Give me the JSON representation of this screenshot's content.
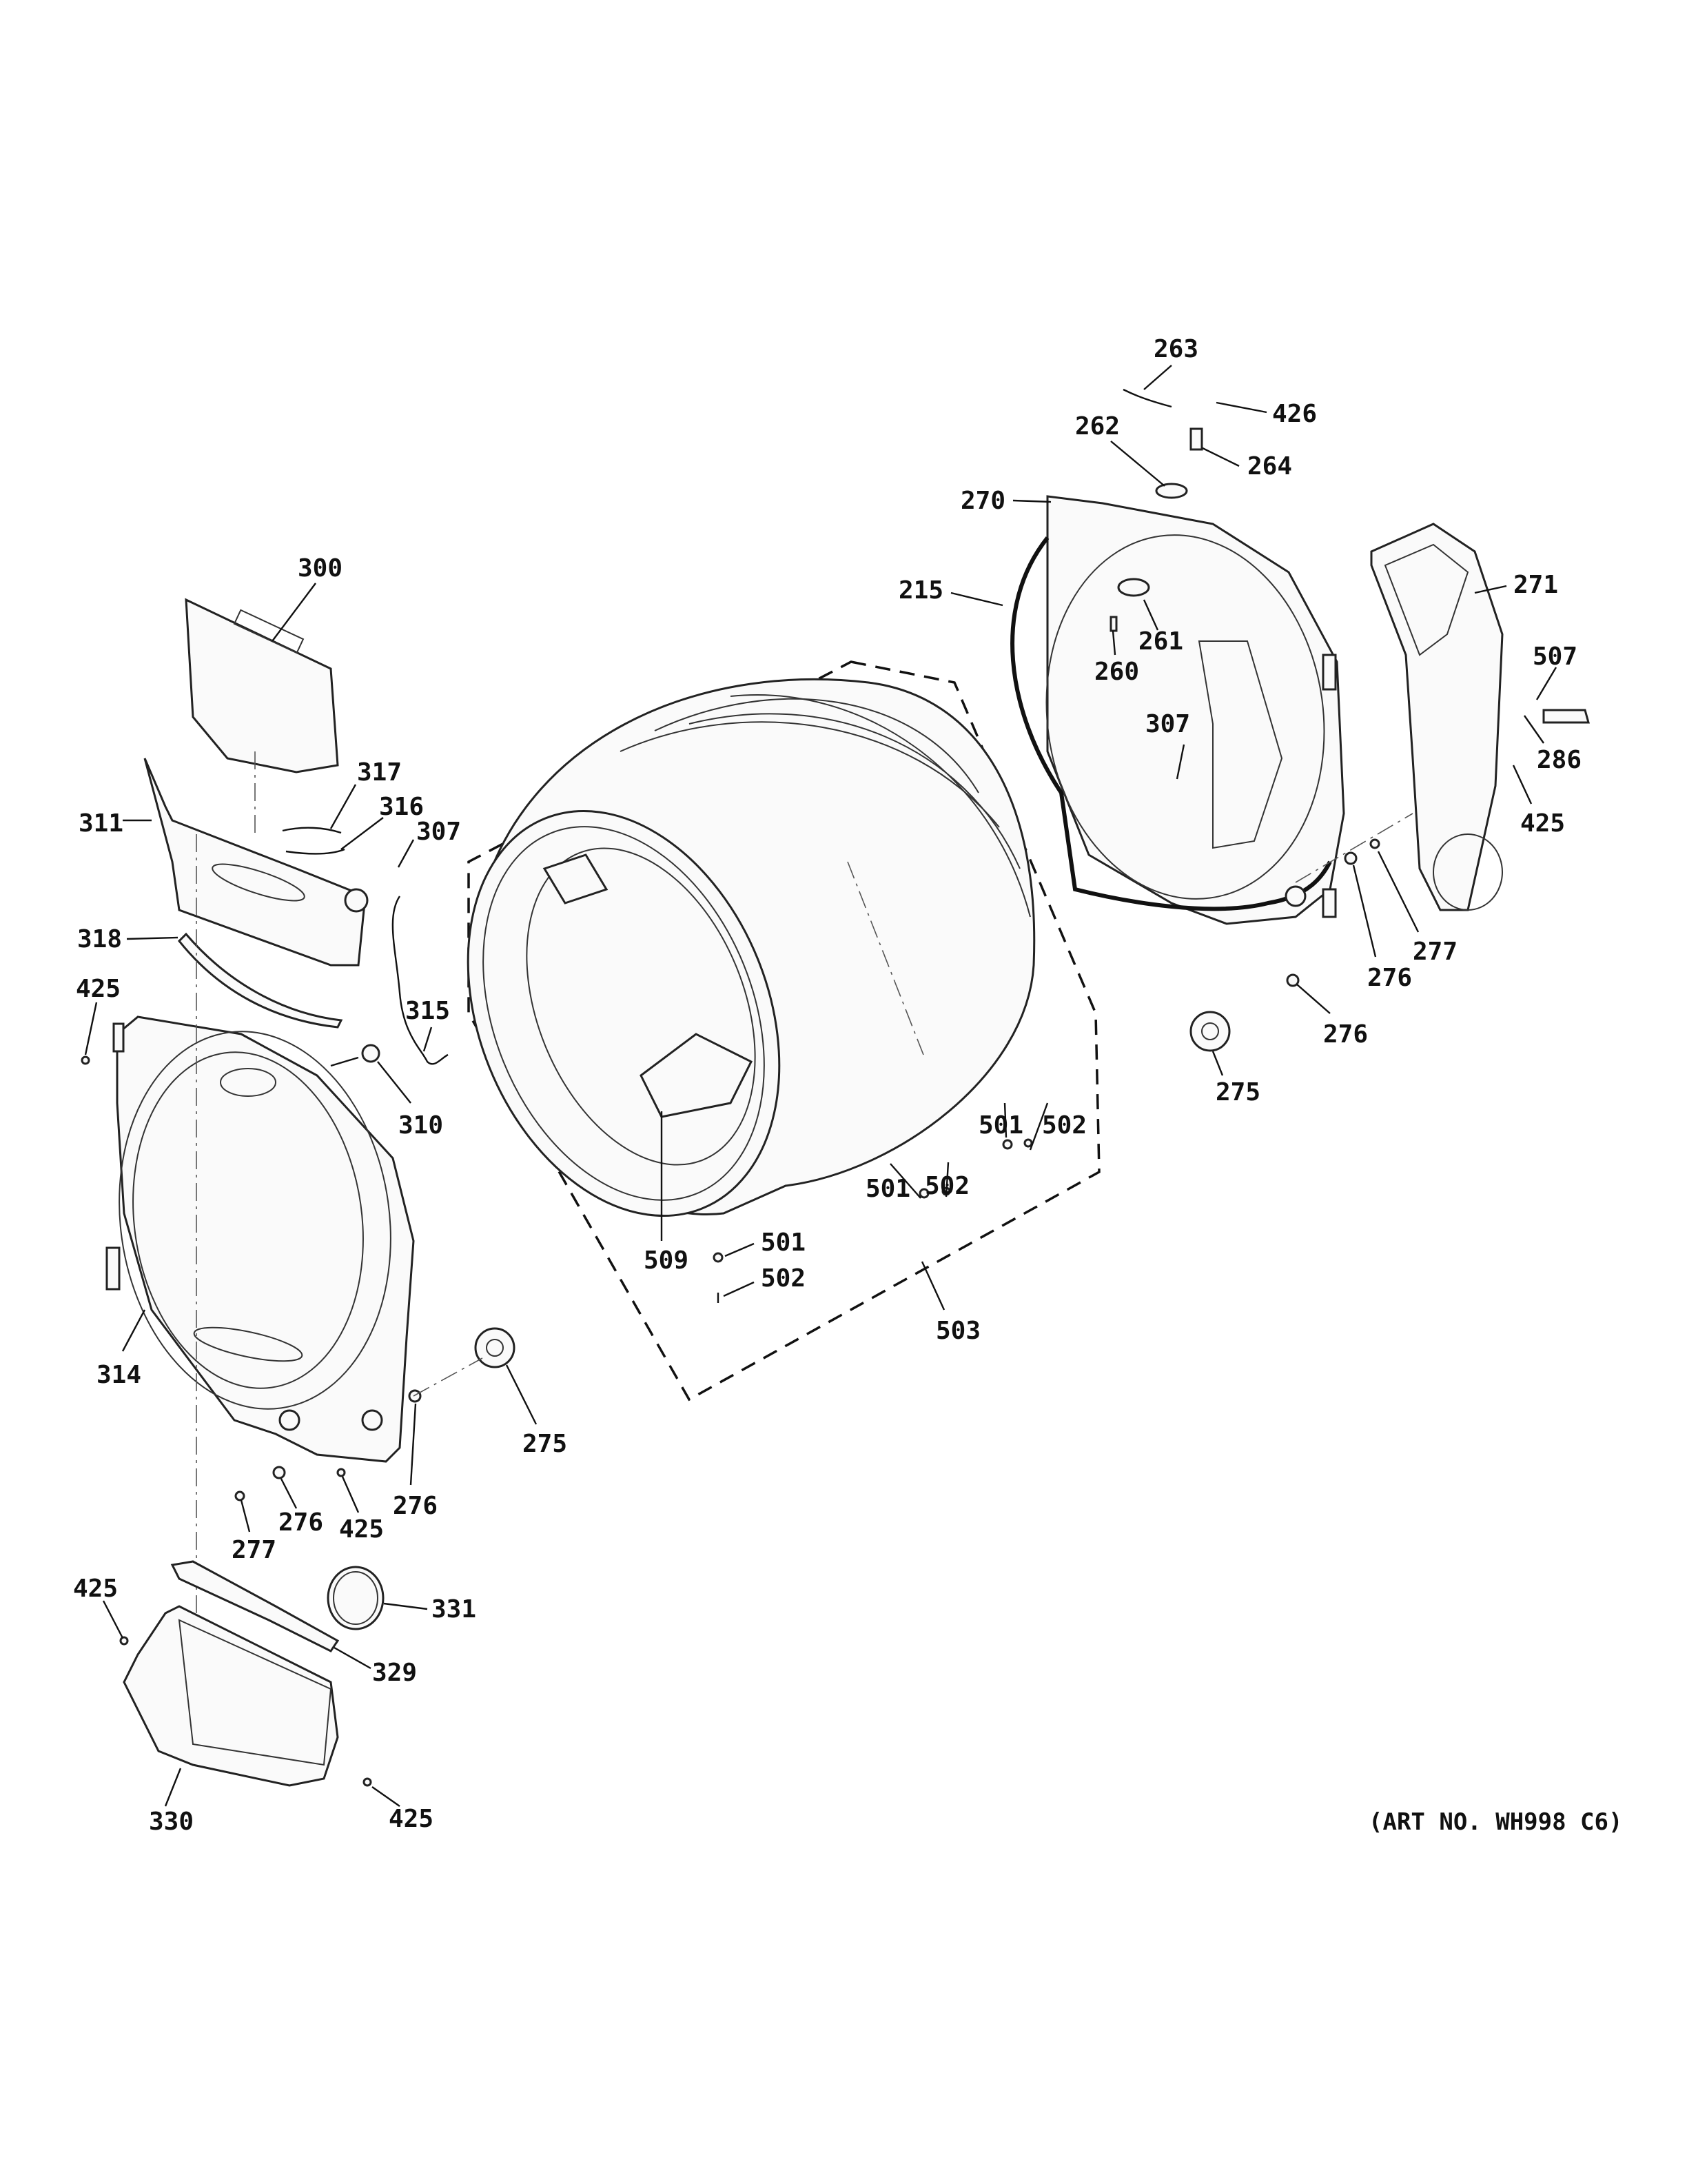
{
  "art_number": "(ART NO. WH998 C6)",
  "callouts": {
    "c263": "263",
    "c426": "426",
    "c262": "262",
    "c264": "264",
    "c270": "270",
    "c215": "215",
    "c261": "261",
    "c260": "260",
    "c307a": "307",
    "c271": "271",
    "c507": "507",
    "c286": "286",
    "c425a": "425",
    "c277a": "277",
    "c276a": "276",
    "c276b": "276",
    "c275a": "275",
    "c300": "300",
    "c317": "317",
    "c316": "316",
    "c311": "311",
    "c307b": "307",
    "c318": "318",
    "c425b": "425",
    "c315": "315",
    "c310": "310",
    "c314": "314",
    "c275b": "275",
    "c276c": "276",
    "c276d": "276",
    "c425c": "425",
    "c277b": "277",
    "c425d": "425",
    "c331": "331",
    "c329": "329",
    "c330": "330",
    "c425e": "425",
    "c509": "509",
    "c503": "503",
    "c501a": "501",
    "c502a": "502",
    "c501b": "501",
    "c502b": "502",
    "c501c": "501",
    "c502c": "502"
  }
}
